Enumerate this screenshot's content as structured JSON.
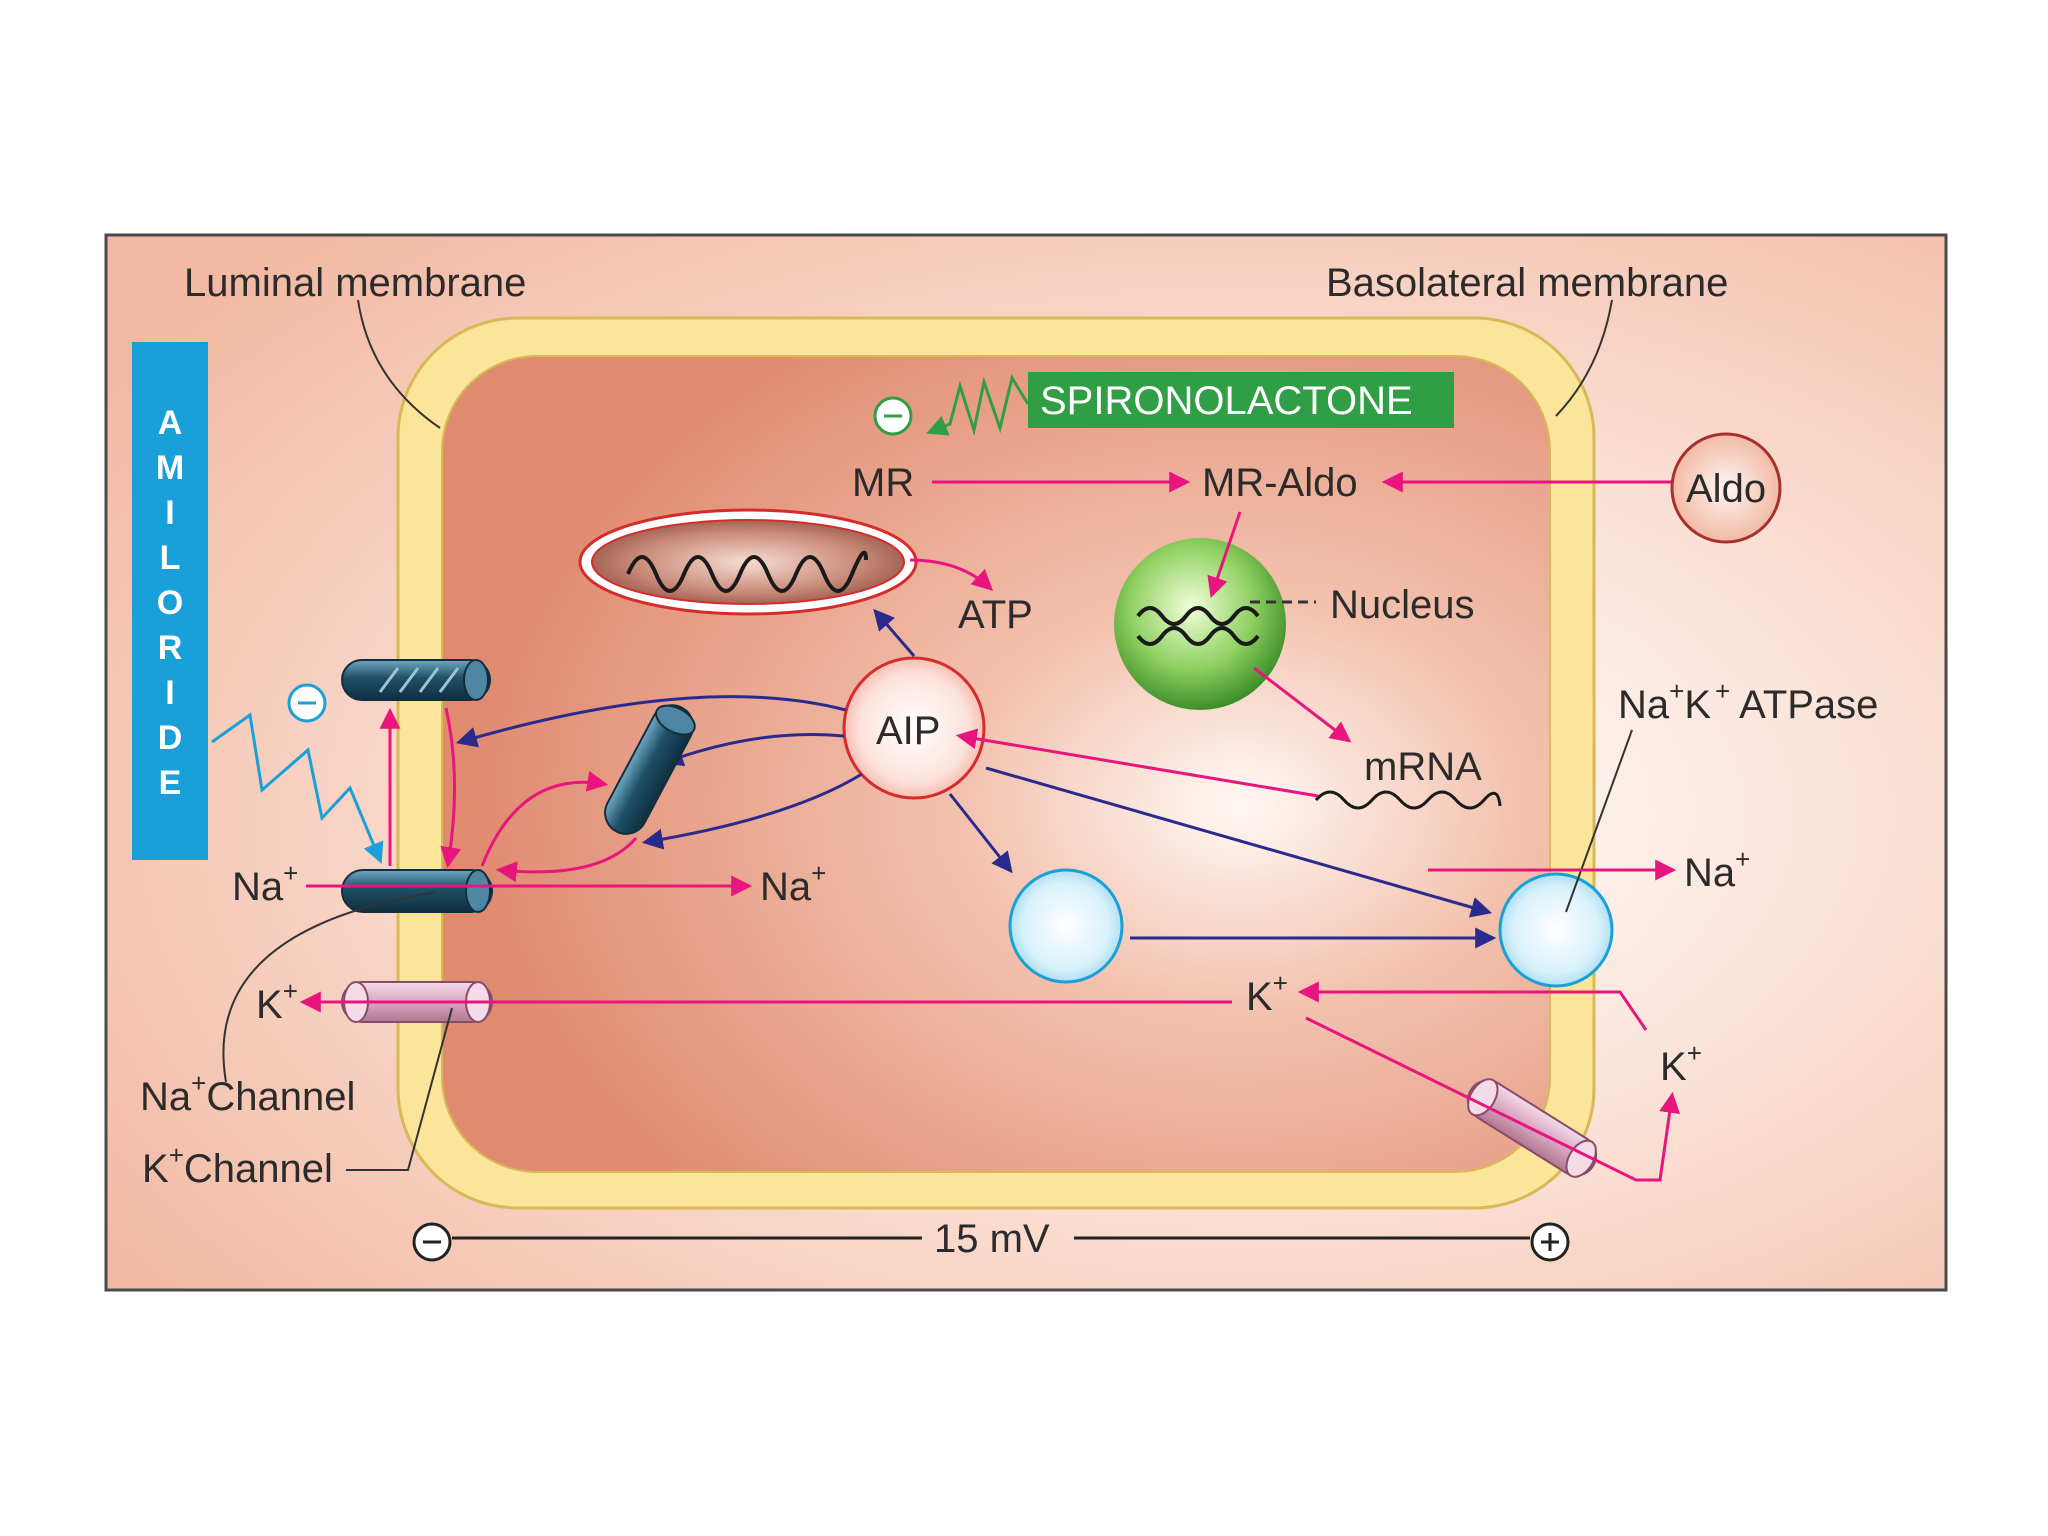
{
  "labels": {
    "luminal_membrane": "Luminal membrane",
    "basolateral_membrane": "Basolateral membrane",
    "amiloride": [
      "A",
      "M",
      "I",
      "L",
      "O",
      "R",
      "I",
      "D",
      "E"
    ],
    "spironolactone": "SPIRONOLACTONE",
    "mr": "MR",
    "mr_aldo": "MR-Aldo",
    "aldo": "Aldo",
    "atp": "ATP",
    "nucleus": "Nucleus",
    "aip": "AIP",
    "mrna": "mRNA",
    "na": "Na",
    "k": "K",
    "plus": "+",
    "minus": "−",
    "atpase_tail": " ATPase",
    "na_channel_tail": "Channel",
    "k_channel_tail": "Channel",
    "voltage": "15 mV"
  },
  "colors": {
    "frame_bg": "#f6c8b6",
    "membrane": "#fbe59a",
    "cytoplasm": "#e79a80",
    "pink_arrow": "#e8157e",
    "blue_arrow": "#2a2a8c",
    "amiloride_bar": "#1aa0d8",
    "spironolactone_box": "#2f9e44",
    "channel_dark": "#1f4f66",
    "k_channel": "#d9a6c0",
    "vesicle": "#bfe8f8",
    "nucleus": "#5fb040"
  },
  "icons": [
    "minus-circle-icon",
    "plus-circle-icon",
    "mitochondrion-icon",
    "nucleus-icon",
    "dna-helix-icon",
    "vesicle-icon",
    "channel-icon"
  ]
}
